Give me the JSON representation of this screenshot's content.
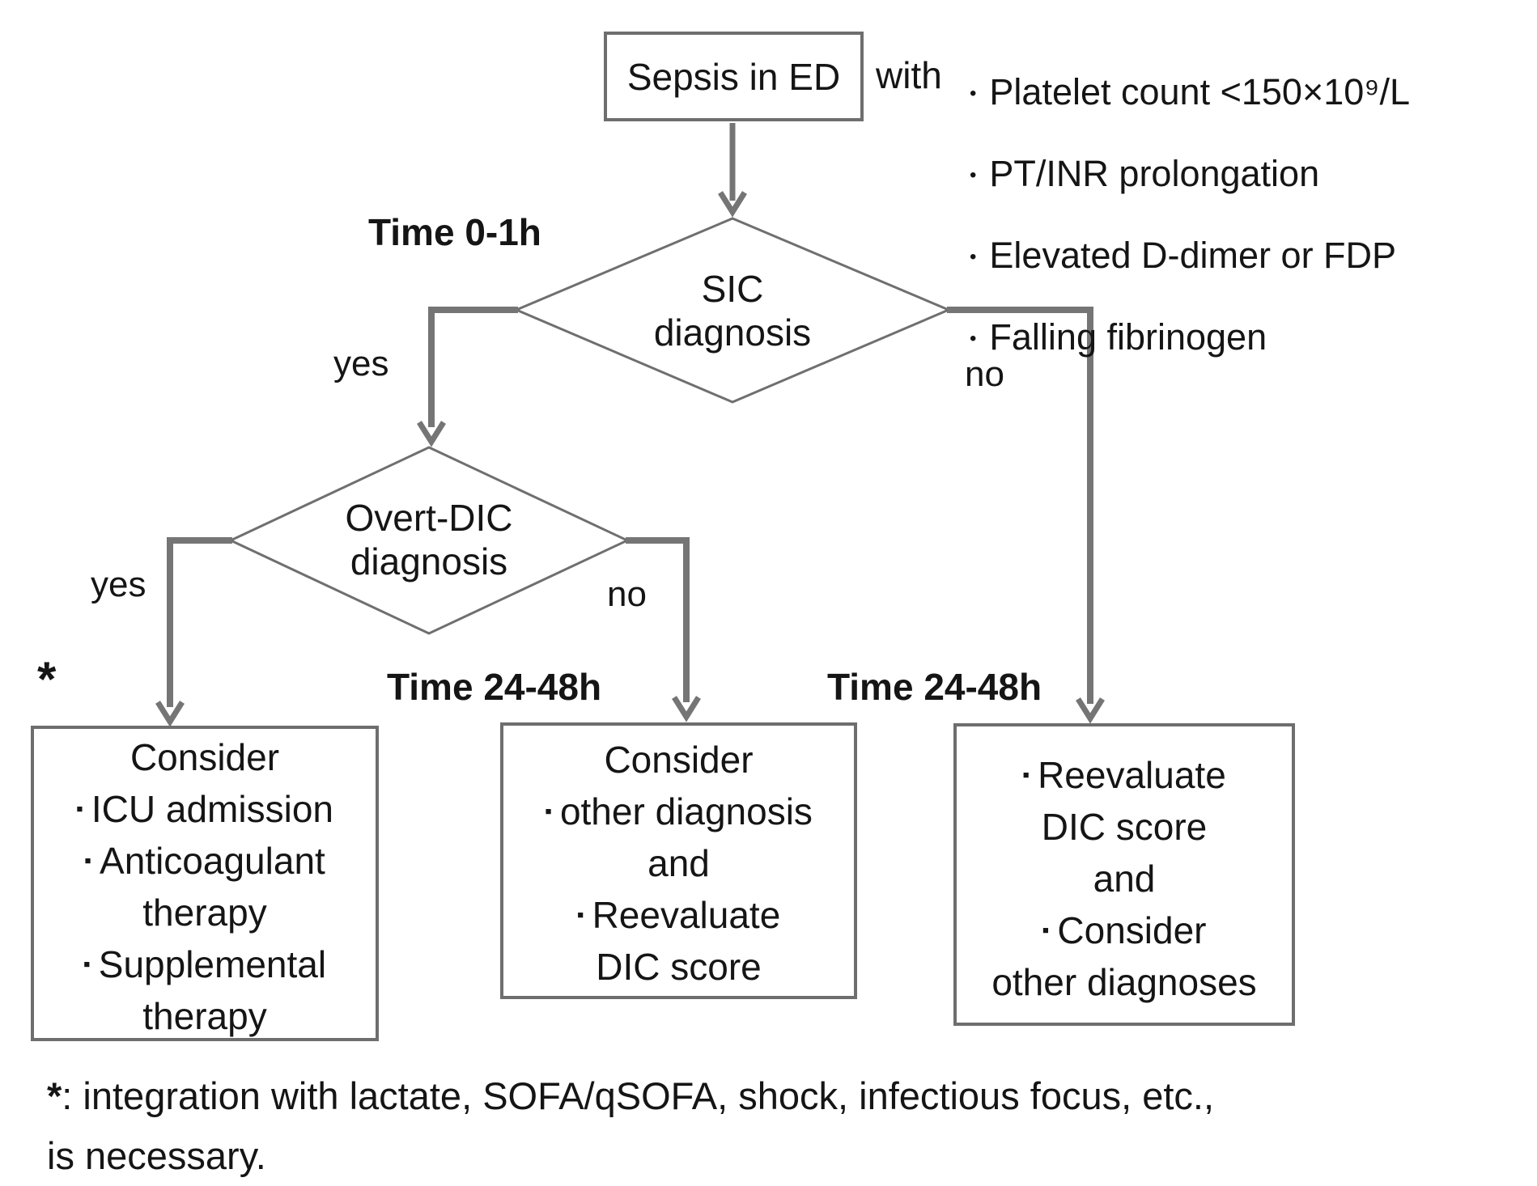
{
  "figure": {
    "start_box": "Sepsis in ED",
    "with_label": "with",
    "criteria_bullet": "•",
    "criteria": [
      "Platelet count <150×10⁹/L",
      "PT/INR prolongation",
      "Elevated D-dimer or FDP",
      "Falling fibrinogen"
    ],
    "sic_decision": {
      "time_label": "Time 0-1h",
      "line1": "SIC",
      "line2": "diagnosis",
      "yes_label": "yes",
      "no_label": "no"
    },
    "overt_decision": {
      "line1": "Overt-DIC",
      "line2": "diagnosis",
      "yes_label": "yes",
      "no_label": "no"
    },
    "star_marker": "*",
    "time_label_middle": "Time 24-48h",
    "time_label_right": "Time 24-48h",
    "outcome_left": {
      "lines": [
        {
          "bullet": "",
          "text": "Consider"
        },
        {
          "bullet": "▪",
          "text": "ICU admission"
        },
        {
          "bullet": "▪",
          "text": "Anticoagulant"
        },
        {
          "bullet": "",
          "text": "therapy"
        },
        {
          "bullet": "▪",
          "text": "Supplemental"
        },
        {
          "bullet": "",
          "text": "therapy"
        }
      ]
    },
    "outcome_middle": {
      "lines": [
        {
          "bullet": "",
          "text": "Consider"
        },
        {
          "bullet": "▪",
          "text": "other diagnosis"
        },
        {
          "bullet": "",
          "text": "and"
        },
        {
          "bullet": "▪",
          "text": "Reevaluate"
        },
        {
          "bullet": "",
          "text": "DIC score"
        }
      ]
    },
    "outcome_right": {
      "lines": [
        {
          "bullet": "▪",
          "text": "Reevaluate"
        },
        {
          "bullet": "",
          "text": "DIC score"
        },
        {
          "bullet": "",
          "text": "and"
        },
        {
          "bullet": "▪",
          "text": "Consider"
        },
        {
          "bullet": "",
          "text": "other diagnoses"
        }
      ]
    },
    "footnote": {
      "star": "*",
      "text": ": integration with lactate, SOFA/qSOFA, shock, infectious focus, etc.,",
      "line2": "is necessary."
    }
  },
  "colors": {
    "line_gray": "#6e6e6e",
    "thick_line_gray": "#757575",
    "text_black": "#151515",
    "background": "#ffffff"
  }
}
